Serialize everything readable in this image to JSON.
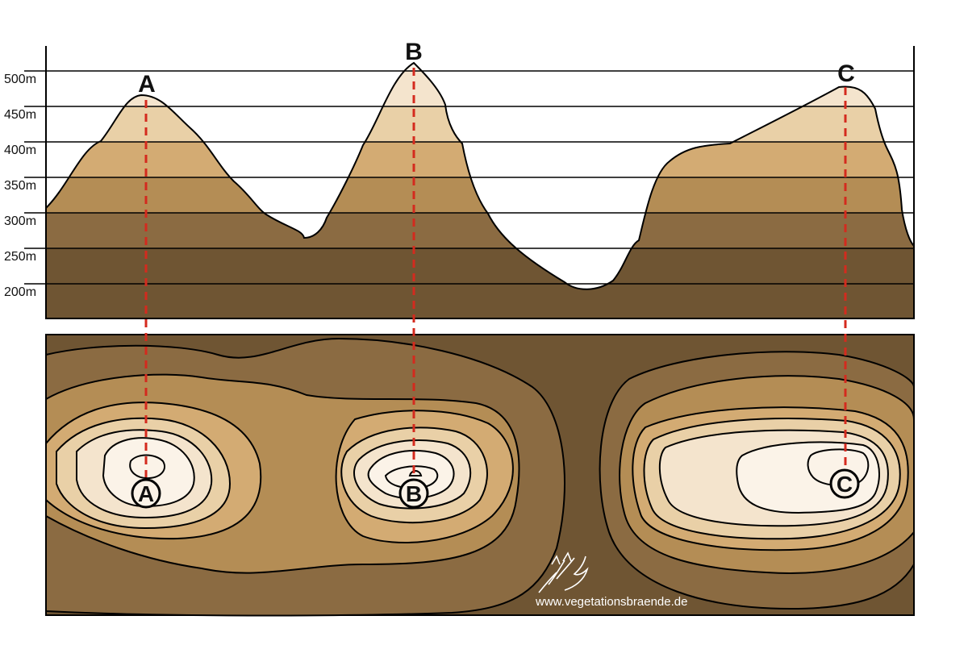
{
  "profile": {
    "elevation_labels": [
      "500m",
      "450m",
      "400m",
      "350m",
      "300m",
      "250m",
      "200m"
    ]
  },
  "peaks": [
    {
      "label": "A"
    },
    {
      "label": "B"
    },
    {
      "label": "C"
    }
  ],
  "map_markers": [
    {
      "label": "A"
    },
    {
      "label": "B"
    },
    {
      "label": "C"
    }
  ],
  "watermark": {
    "text": "www.vegetationsbraende.de"
  },
  "colors": {
    "band_200": "#6f5533",
    "band_250": "#8b6b42",
    "band_300": "#b48d55",
    "band_350": "#d3ab73",
    "band_400": "#e9d0a7",
    "band_450": "#f4e4cd",
    "band_500": "#fbf3e8",
    "guide_line": "#d42a1e",
    "outline": "#000000"
  }
}
